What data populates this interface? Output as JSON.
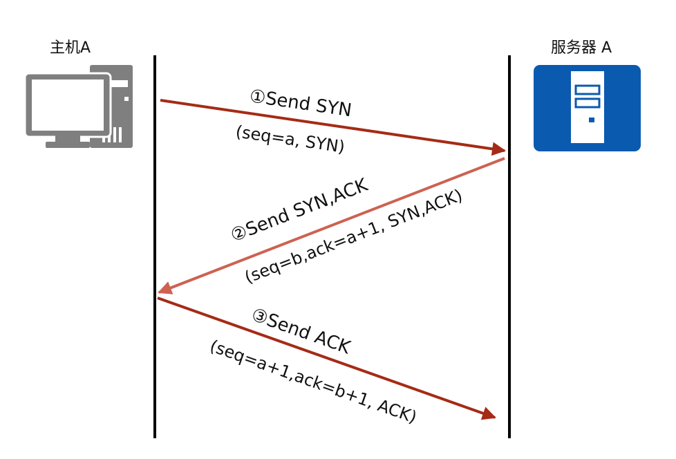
{
  "nodes": {
    "client": {
      "label": "主机A",
      "icon": "desktop-computer-icon",
      "color": "#7f7f7f"
    },
    "server": {
      "label": "服务器 A",
      "icon": "server-icon",
      "color": "#0a5ab0"
    }
  },
  "messages": [
    {
      "label": "①Send SYN",
      "detail": "(seq=a, SYN)",
      "direction": "client-to-server",
      "color": "#a52b16"
    },
    {
      "label": "②Send SYN,ACK",
      "detail": "(seq=b,ack=a+1, SYN,ACK)",
      "direction": "server-to-client",
      "color": "#cd6252"
    },
    {
      "label": "③Send ACK",
      "detail": "(seq=a+1,ack=b+1, ACK)",
      "direction": "client-to-server",
      "color": "#a52b16"
    }
  ]
}
